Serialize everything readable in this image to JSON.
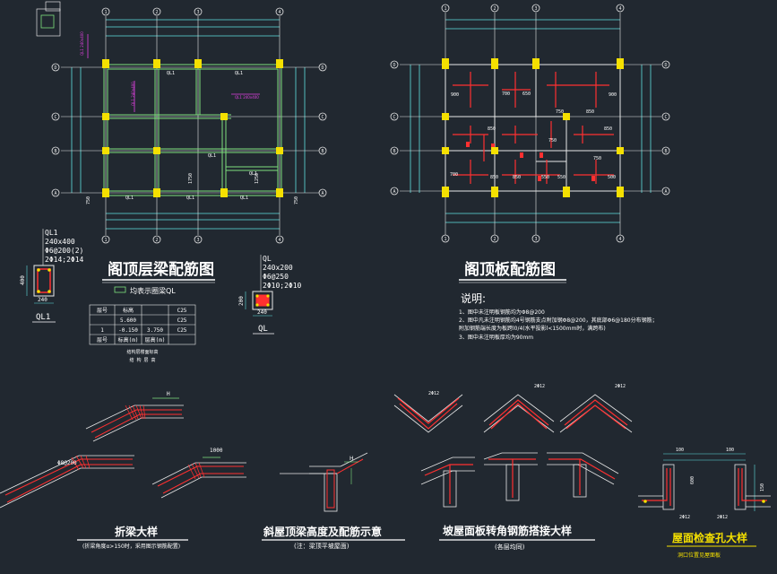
{
  "colors": {
    "background": "#212830",
    "axis": "#e8e8e8",
    "dim": "#5fe0e0",
    "beam": "#7ee07e",
    "column": "#f5e000",
    "rebar": "#ff3030",
    "magenta": "#e040e0",
    "text": "#ffffff",
    "yellow_title": "#f5e000"
  },
  "plan_left": {
    "title": "阁顶层梁配筋图",
    "axes_x": [
      "1",
      "2",
      "3",
      "4"
    ],
    "axes_y": [
      "A",
      "B",
      "C",
      "D"
    ],
    "beam_labels": [
      "QL1",
      "QL1",
      "QL1",
      "QL1",
      "QL1",
      "QL1",
      "QL1"
    ],
    "dims": [
      "1750",
      "1250",
      "750",
      "750"
    ],
    "note_legend": "均表示圈梁QL"
  },
  "plan_right": {
    "title": "阁顶板配筋图",
    "axes_x": [
      "1",
      "2",
      "3",
      "4"
    ],
    "axes_y": [
      "A",
      "B",
      "C",
      "D"
    ],
    "rebar_dims": [
      "900",
      "700",
      "650",
      "900",
      "850",
      "850",
      "750",
      "850",
      "750",
      "700",
      "850",
      "850",
      "550",
      "550",
      "750",
      "500"
    ]
  },
  "section_ql1": {
    "name": "QL1",
    "size": "240x400",
    "stirrup": "Φ6@200(2)",
    "bars": "2Φ14;2Φ14",
    "width": "240",
    "height": "400",
    "label": "QL1"
  },
  "section_ql": {
    "name": "QL",
    "size": "240x200",
    "stirrup": "Φ6@250",
    "bars": "2Φ10;2Φ10",
    "width": "240",
    "height": "200",
    "label": "QL"
  },
  "table": {
    "headers": [
      "层号",
      "标高",
      "",
      "C25"
    ],
    "rows": [
      [
        "",
        "5.600",
        "",
        "C25"
      ],
      [
        "1",
        "-0.150",
        "3.750",
        "C25"
      ],
      [
        "层号",
        "标高(m)",
        "层高(m)",
        ""
      ]
    ],
    "caption1": "结构层楼面标高",
    "caption2": "结 构 层 高"
  },
  "notes": {
    "heading": "说明:",
    "lines": [
      "1、图中未注明板钢筋均为Φ8@200",
      "2、图中凡未注明钢筋均4号钢筋支点附加钢Φ8@200，其底部Φ6@180分布钢筋；",
      "   附加钢筋端长度为板跨l0/4(水平投影l<1500mm时，满跨布)",
      "3、图中未注明板厚均为90mm"
    ]
  },
  "details": {
    "zheliang": {
      "title": "折梁大样",
      "sub": "(折梁角度α>150时，采用图示钢筋配置)"
    },
    "xiewu": {
      "title": "斜屋顶梁高度及配筋示意",
      "sub": "(注：梁顶平坡屋面)"
    },
    "poding": {
      "title": "坡屋面板转角钢筋搭接大样",
      "sub": "(各层均同)"
    },
    "jianchakong": {
      "title": "屋面检查孔大样",
      "sub": "洞口位置见屋面板"
    }
  },
  "small_labels": [
    "2Φ12",
    "2Φ12",
    "2Φ12",
    "600",
    "600",
    "100",
    "100",
    "150",
    "H",
    "H",
    "1000",
    "Φ8@200"
  ]
}
